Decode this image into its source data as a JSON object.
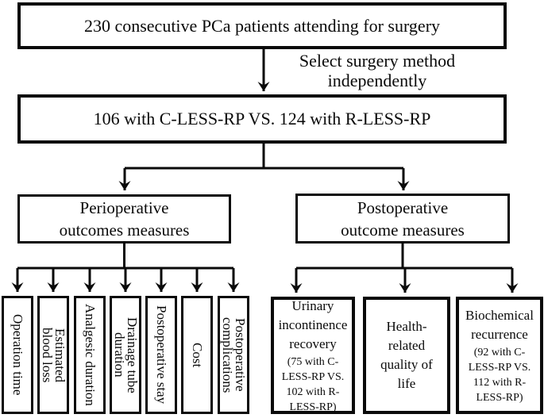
{
  "colors": {
    "ink": "#0a0a0a",
    "background": "#ffffff"
  },
  "flow": {
    "patients_box": "230 consecutive PCa patients attending for surgery",
    "method_label": "Select surgery method\nindependently",
    "comparison_box": "106 with C-LESS-RP VS. 124 with R-LESS-RP",
    "perioperative_box": "Perioperative\noutcomes measures",
    "postoperative_box": "Postoperative\noutcome measures",
    "perioperative_measures": [
      "Operation time",
      "Estimated\nblood loss",
      "Analgesic duration",
      "Drainage tube\nduration",
      "Postoperative stay",
      "Cost",
      "Postoperative\ncomplications"
    ],
    "postoperative_measures": [
      {
        "title": "Urinary\nincontinence\nrecovery",
        "note": "(75 with C-\nLESS-RP VS.\n102 with R-\nLESS-RP)"
      },
      {
        "title": "Health-\nrelated\nquality of\nlife",
        "note": ""
      },
      {
        "title": "Biochemical\nrecurrence",
        "note": "(92 with C-\nLESS-RP VS.\n112 with R-\nLESS-RP)"
      }
    ]
  }
}
